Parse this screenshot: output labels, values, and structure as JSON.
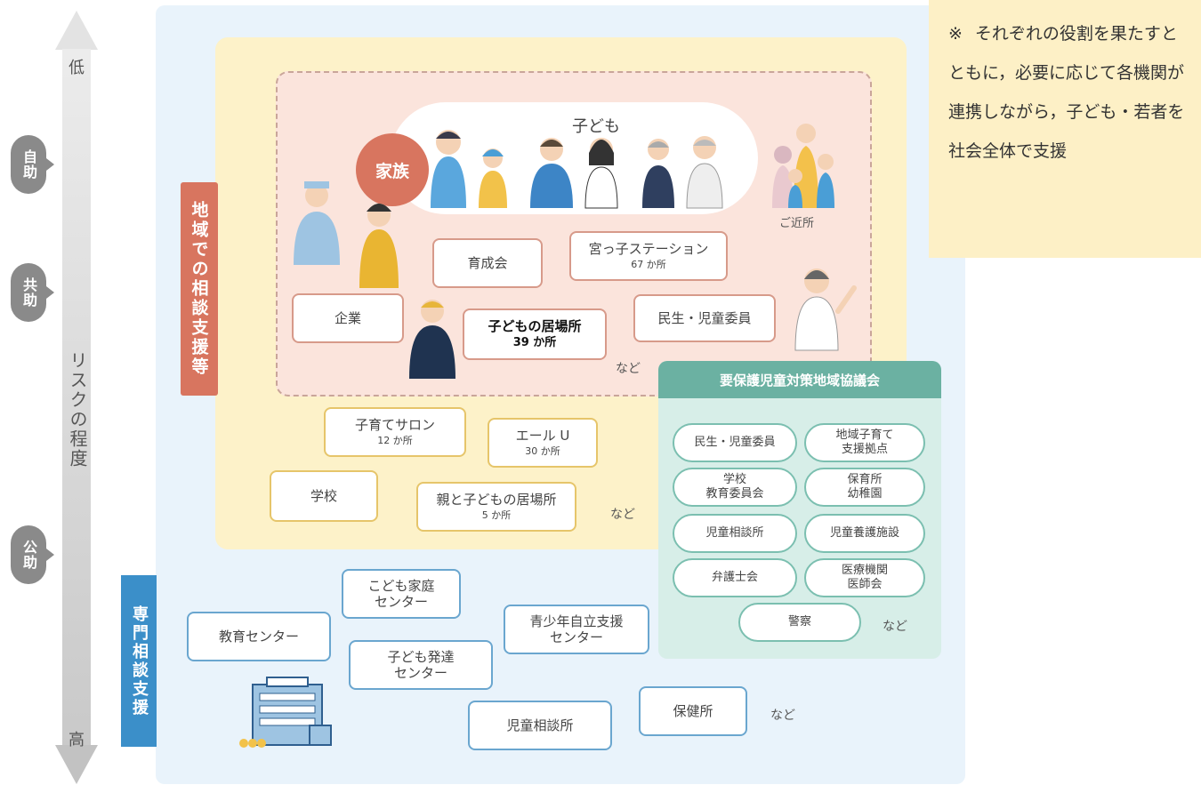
{
  "axis": {
    "low_label": "低",
    "high_label": "高",
    "title": "リスクの程度",
    "levels": [
      {
        "label": "自助"
      },
      {
        "label": "共助"
      },
      {
        "label": "公助"
      }
    ]
  },
  "regions": {
    "local_support_label": "地域での相談支援等",
    "specialist_support_label": "専門相談支援"
  },
  "family": {
    "family_label": "家族",
    "children_label": "子ども",
    "neighbors_label": "ご近所"
  },
  "pink_boxes": {
    "ikuseikai": {
      "title": "育成会"
    },
    "miyakko": {
      "title": "宮っ子ステーション",
      "sub": "67 か所"
    },
    "kigyo": {
      "title": "企業"
    },
    "ibasho": {
      "title": "子どもの居場所",
      "sub": "39 か所"
    },
    "minsei": {
      "title": "民生・児童委員"
    },
    "etc": "など"
  },
  "yellow_boxes": {
    "salon": {
      "title": "子育てサロン",
      "sub": "12 か所"
    },
    "yell": {
      "title": "エール U",
      "sub": "30 か所"
    },
    "gakko": {
      "title": "学校"
    },
    "oyako": {
      "title": "親と子どもの居場所",
      "sub": "5 か所"
    },
    "etc": "など"
  },
  "council": {
    "title": "要保護児童対策地域協議会",
    "items": [
      "民生・児童委員",
      "地域子育て\n支援拠点",
      "学校\n教育委員会",
      "保育所\n幼稚園",
      "児童相談所",
      "児童養護施設",
      "弁護士会",
      "医療機関\n医師会",
      "警察"
    ],
    "etc": "など"
  },
  "specialist": {
    "kodomo_katei": "こども家庭\nセンター",
    "kyoiku": "教育センター",
    "seishonen": "青少年自立支援\nセンター",
    "hattatsu": "子ども発達\nセンター",
    "jido_sodan": "児童相談所",
    "hokenjo": "保健所",
    "etc": "など"
  },
  "note": {
    "mark": "※",
    "text": "それぞれの役割を果たすとともに，必要に応じて各機関が連携しながら，子ども・若者を社会全体で支援"
  }
}
